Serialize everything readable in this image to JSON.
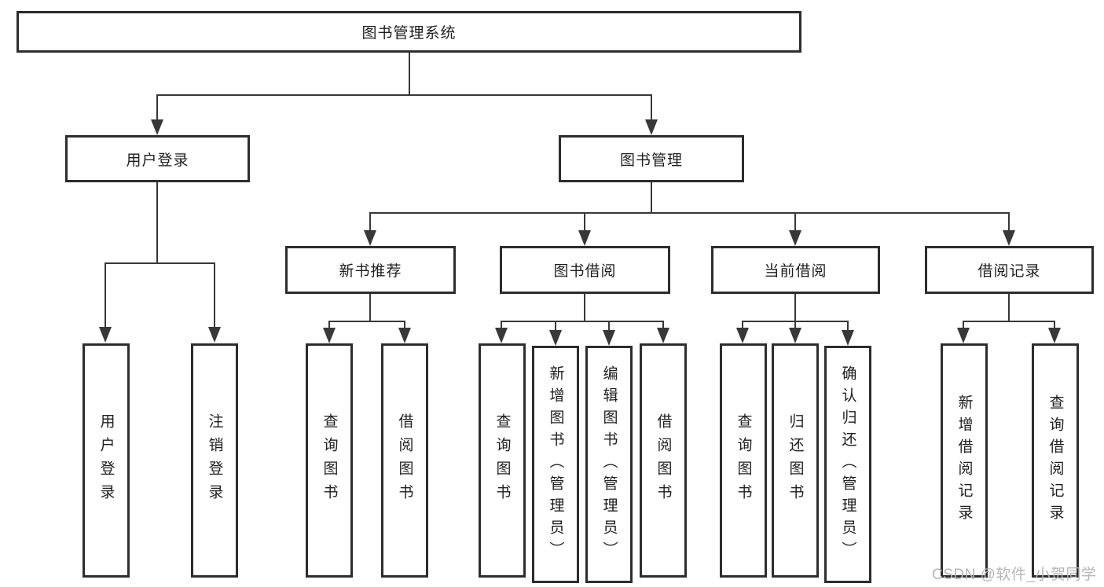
{
  "diagram": {
    "title": "图书管理系统",
    "root": {
      "label": "图书管理系统"
    },
    "level2": [
      {
        "label": "用户登录"
      },
      {
        "label": "图书管理"
      }
    ],
    "level3": [
      {
        "label": "新书推荐",
        "parent": "图书管理"
      },
      {
        "label": "图书借阅",
        "parent": "图书管理"
      },
      {
        "label": "当前借阅",
        "parent": "图书管理"
      },
      {
        "label": "借阅记录",
        "parent": "图书管理"
      }
    ],
    "leaves": [
      {
        "label": "用户登录",
        "parent": "用户登录"
      },
      {
        "label": "注销登录",
        "parent": "用户登录"
      },
      {
        "label": "查询图书",
        "parent": "新书推荐"
      },
      {
        "label": "借阅图书",
        "parent": "新书推荐"
      },
      {
        "label": "查询图书",
        "parent": "图书借阅"
      },
      {
        "label": "新增图书（管理员）",
        "parent": "图书借阅"
      },
      {
        "label": "编辑图书（管理员）",
        "parent": "图书借阅"
      },
      {
        "label": "借阅图书",
        "parent": "图书借阅"
      },
      {
        "label": "查询图书",
        "parent": "当前借阅"
      },
      {
        "label": "归还图书",
        "parent": "当前借阅"
      },
      {
        "label": "确认归还（管理员）",
        "parent": "当前借阅"
      },
      {
        "label": "新增借阅记录",
        "parent": "借阅记录"
      },
      {
        "label": "查询借阅记录",
        "parent": "借阅记录"
      }
    ]
  },
  "watermark": {
    "text": "CSDN @软件_小贺同学"
  },
  "colors": {
    "line": "#383838",
    "border": "#2d2d2d",
    "text": "#1e1e1e",
    "watermark": "#b5b5b5",
    "background": "#ffffff"
  }
}
